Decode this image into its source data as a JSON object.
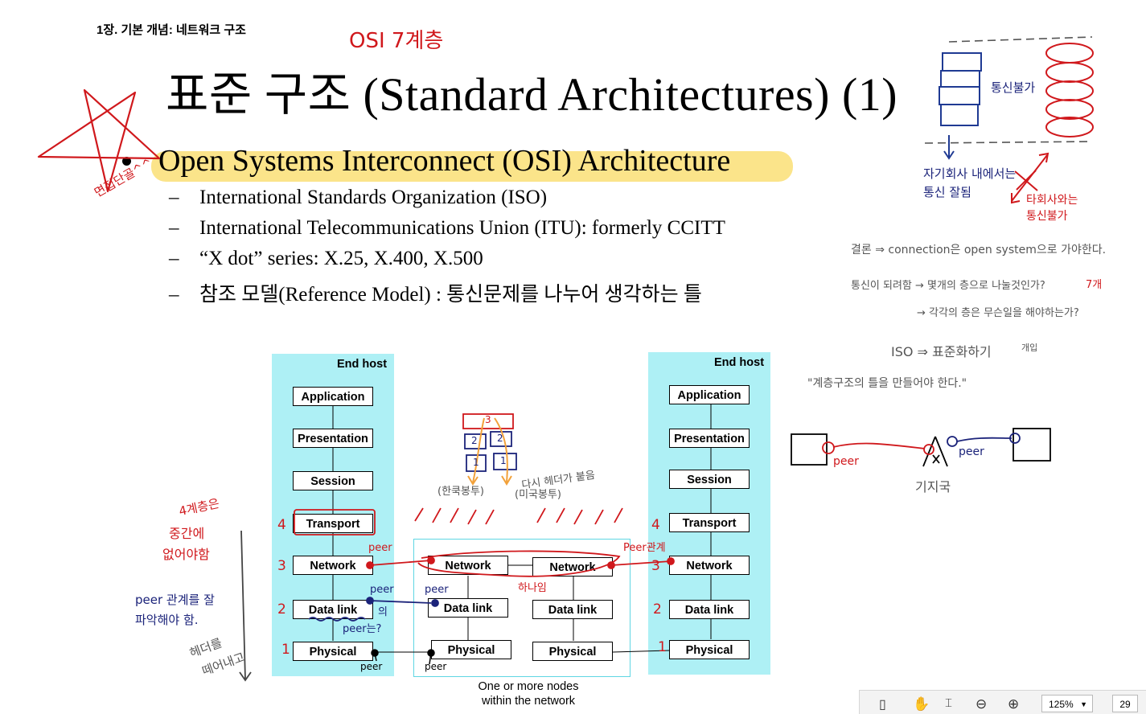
{
  "slide": {
    "chapter": "1장. 기본 개념: 네트워크 구조",
    "title": "표준 구조 (Standard Architectures) (1)",
    "subtitle": "Open Systems Interconnect (OSI) Architecture",
    "bullets": [
      "International Standards Organization (ISO)",
      "International Telecommunications Union (ITU): formerly CCITT",
      "“X dot” series: X.25, X.400, X.500",
      "참조 모델(Reference Model) : 통신문제를 나누어 생각하는 틀"
    ],
    "highlight_color": "#fbe48a"
  },
  "diagram": {
    "left_host": {
      "title": "End host",
      "layers": [
        "Application",
        "Presentation",
        "Session",
        "Transport",
        "Network",
        "Data link",
        "Physical"
      ]
    },
    "right_host": {
      "title": "End host",
      "layers": [
        "Application",
        "Presentation",
        "Session",
        "Transport",
        "Network",
        "Data link",
        "Physical"
      ]
    },
    "network_nodes": {
      "left": [
        "Network",
        "Data link",
        "Physical"
      ],
      "right": [
        "Network",
        "Data link",
        "Physical"
      ],
      "caption_line1": "One or more nodes",
      "caption_line2": "within the network"
    },
    "panel_color": "#aef0f5"
  },
  "annotations": {
    "osi_title": "OSI 7계층",
    "interview": "면접단골^^",
    "comm_no1": "통신불가",
    "own_company": "자기회사 내에서는",
    "comm_ok": "통신 잘됨",
    "other_company": "타회사와는",
    "comm_no2": "통신불가",
    "note1": "결론 ⇒ connection은 open system으로 가야한다.",
    "note2": "통신이 되려함 → 몇개의 층으로 나눌것인가?",
    "note2b": "7개",
    "note3": "→ 각각의 층은 무슨일을 해야하는가?",
    "note4": "ISO ⇒ 표준화하기",
    "note4b": "개입",
    "note5": "\"계층구조의 틀을 만들어야 한다.\"",
    "peer_left": "peer",
    "peer_right": "peer",
    "relay": "기지국",
    "four_layers": "4계층은",
    "middle": "중간에",
    "must_not": "없어야함",
    "peer_rel": "peer 관계를 잘",
    "grasp": "파악해야 함.",
    "header_rm": "헤더를",
    "remove": "떼어내고",
    "num4": "4",
    "num3": "3",
    "num2": "2",
    "num1": "1",
    "peer_net": "peer",
    "peer_dl": "peer",
    "of": "의",
    "peer_q": "peer는?",
    "peer_phys": "peer",
    "peer_phys2": "peer",
    "peer_dl2": "peer",
    "one": "하나임",
    "peer_rel2": "Peer관계",
    "again_hdr": "다시 헤더가 붙음",
    "seal": "(한쿡봉투)",
    "usa": "(미국봉투)",
    "pkt3": "3",
    "pkt2a": "2",
    "pkt2b": "2",
    "pkt1a": "1",
    "pkt1b": "1",
    "num4r": "4",
    "num3r": "3",
    "num2r": "2",
    "num1r": "1"
  },
  "toolbar": {
    "zoom": "125%",
    "page": "29",
    "icons": [
      "sidebar-icon",
      "hand-icon",
      "select-cursor-icon",
      "zoom-out-icon",
      "zoom-in-icon"
    ]
  }
}
